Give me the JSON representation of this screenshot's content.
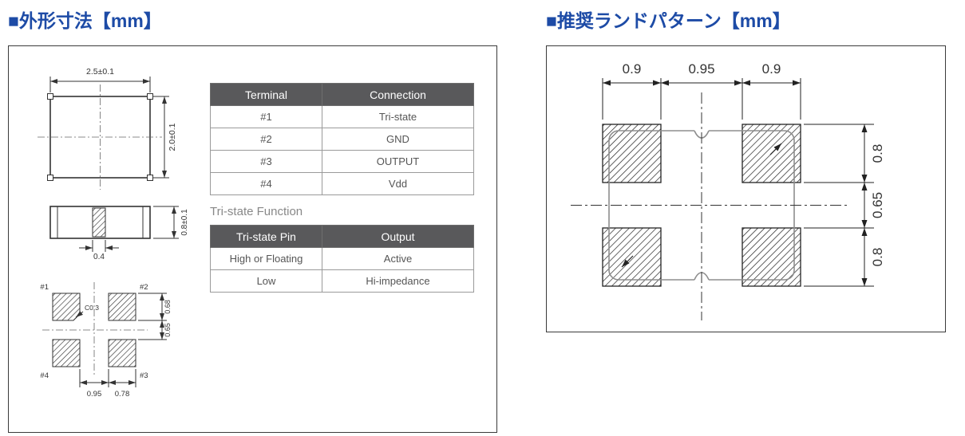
{
  "headings": {
    "left": "■外形寸法【mm】",
    "right": "■推奨ランドパターン【mm】"
  },
  "colors": {
    "heading_blue": "#1d4ba6",
    "table_header_bg": "#59595b",
    "table_header_text": "#ffffff",
    "body_text": "#555555"
  },
  "outline_view": {
    "top": {
      "width": "2.5±0.1",
      "height": "2.0±0.1"
    },
    "side": {
      "height": "0.8±0.1",
      "pad_width": "0.4"
    },
    "bottom": {
      "pin1": "#1",
      "pin2": "#2",
      "pin3": "#3",
      "pin4": "#4",
      "chamfer": "C0.3",
      "pad_height": "0.68",
      "pad_gap": "0.65",
      "pad_pitch": "0.95",
      "pad_width": "0.78"
    }
  },
  "terminal_table": {
    "headers": [
      "Terminal",
      "Connection"
    ],
    "rows": [
      [
        "#1",
        "Tri-state"
      ],
      [
        "#2",
        "GND"
      ],
      [
        "#3",
        "OUTPUT"
      ],
      [
        "#4",
        "Vdd"
      ]
    ]
  },
  "tristate": {
    "title": "Tri-state Function",
    "headers": [
      "Tri-state Pin",
      "Output"
    ],
    "rows": [
      [
        "High or Floating",
        "Active"
      ],
      [
        "Low",
        "Hi-impedance"
      ]
    ]
  },
  "land_pattern": {
    "dim_left": "0.9",
    "dim_center": "0.95",
    "dim_right": "0.9",
    "dim_top": "0.8",
    "dim_middle": "0.65",
    "dim_bottom": "0.8"
  }
}
